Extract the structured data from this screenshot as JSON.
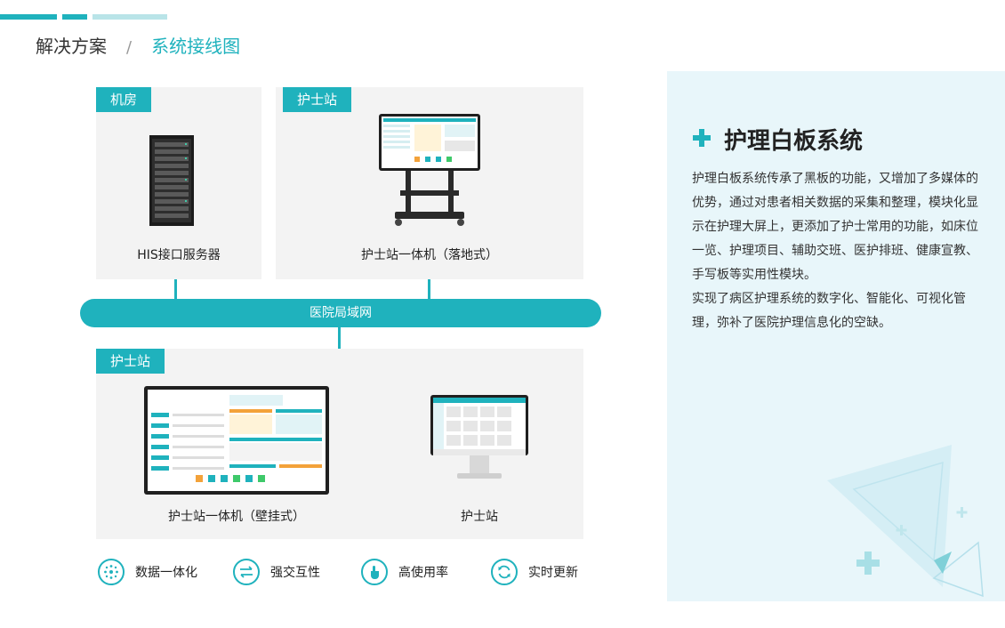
{
  "header": {
    "section": "解决方案",
    "separator": "/",
    "title": "系统接线图"
  },
  "colors": {
    "accent": "#1fb2bd",
    "panel": "#f3f3f3",
    "card": "#e8f6fa"
  },
  "top_panels": {
    "left": {
      "tag": "机房",
      "caption": "HIS接口服务器"
    },
    "right": {
      "tag": "护士站",
      "caption": "护士站一体机（落地式）"
    }
  },
  "network": {
    "label": "医院局域网"
  },
  "bottom_panel": {
    "tag": "护士站",
    "devices": [
      {
        "caption": "护士站一体机（壁挂式）"
      },
      {
        "caption": "护士站"
      }
    ]
  },
  "features": [
    {
      "icon": "network-icon",
      "label": "数据一体化"
    },
    {
      "icon": "exchange-icon",
      "label": "强交互性"
    },
    {
      "icon": "touch-icon",
      "label": "高使用率"
    },
    {
      "icon": "refresh-icon",
      "label": "实时更新"
    }
  ],
  "card": {
    "title": "护理白板系统",
    "paragraphs": [
      "护理白板系统传承了黑板的功能，又增加了多媒体的优势，通过对患者相关数据的采集和整理，模块化显示在护理大屏上，更添加了护士常用的功能，如床位一览、护理项目、辅助交班、医护排班、健康宣教、手写板等实用性模块。",
      "实现了病区护理系统的数字化、智能化、可视化管理，弥补了医院护理信息化的空缺。"
    ]
  }
}
